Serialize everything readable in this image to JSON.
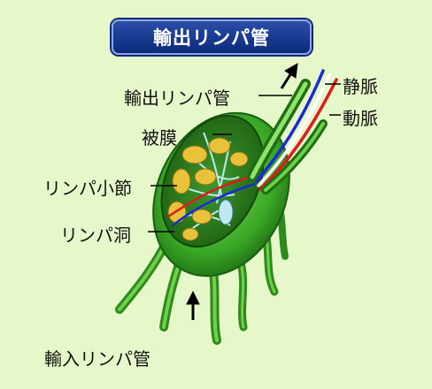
{
  "title": "輸出リンパ管",
  "labels": {
    "efferent": "輸出リンパ管",
    "vein": "静脈",
    "artery": "動脈",
    "capsule": "被膜",
    "follicle": "リンパ小節",
    "sinus": "リンパ洞",
    "afferent": "輸入リンパ管"
  },
  "colors": {
    "background": "#e6f7c9",
    "title_bg": "#0b2a7a",
    "node_green": "#3cb52a",
    "artery": "#e01b1b",
    "vein": "#1a2bd6",
    "follicle": "#e8c23a"
  }
}
